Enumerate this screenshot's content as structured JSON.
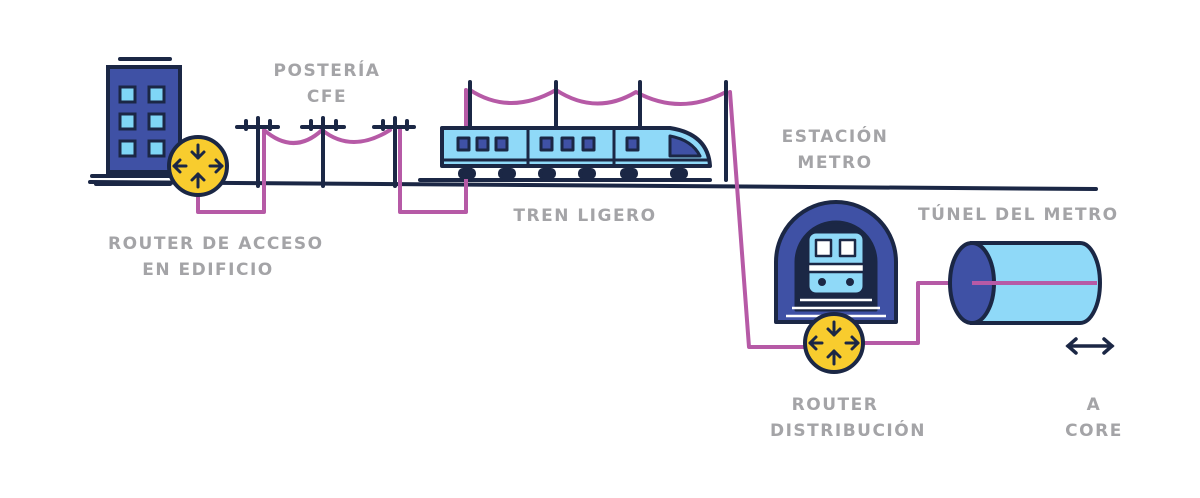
{
  "colors": {
    "outline": "#1b2745",
    "building": "#3f51a5",
    "window": "#7fd6f6",
    "router": "#f8cc2e",
    "fiber": "#b65aa6",
    "train_body": "#8fd9f8",
    "tunnel": "#3f51a5",
    "label": "#a4a4a7"
  },
  "labels": {
    "access_router": [
      "ROUTER DE ACCESO",
      "EN EDIFICIO"
    ],
    "poles": [
      "POSTERÍA",
      "CFE"
    ],
    "light_rail": [
      "TREN LIGERO"
    ],
    "metro_station": [
      "ESTACIÓN",
      "METRO"
    ],
    "metro_tunnel": [
      "TÚNEL DEL METRO"
    ],
    "distribution_router": [
      "ROUTER",
      "DISTRIBUCIÓN"
    ],
    "to_core": [
      "A",
      "CORE"
    ]
  },
  "icons": {
    "building": "building-icon",
    "access_router": "router-icon",
    "poles": "utility-pole-icon",
    "light_rail": "light-rail-train-icon",
    "metro_station": "metro-station-icon",
    "distribution_router": "router-icon",
    "tunnel": "tunnel-cylinder-icon",
    "core_arrow": "double-arrow-icon"
  }
}
